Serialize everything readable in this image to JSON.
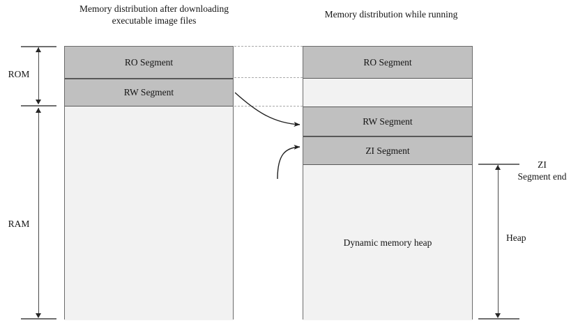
{
  "figure": {
    "type": "memory-layout-diagram",
    "background": "#ffffff",
    "colors": {
      "segment_fill": "#c0c0c0",
      "free_fill": "#f2f2f2",
      "box_border": "#6b6b6b",
      "dim_line": "#4a4a4a",
      "dotted_connector": "#a8a8a8"
    }
  },
  "titles": {
    "left": "Memory distribution after downloading executable image files",
    "right": "Memory distribution while running"
  },
  "left_column": {
    "name": "load-view",
    "segments": [
      {
        "id": "ro",
        "label": "RO Segment",
        "filled": true
      },
      {
        "id": "rw",
        "label": "RW Segment",
        "filled": true
      },
      {
        "id": "free",
        "label": "",
        "filled": false
      }
    ]
  },
  "right_column": {
    "name": "runtime-view",
    "segments": [
      {
        "id": "ro",
        "label": "RO Segment",
        "filled": true
      },
      {
        "id": "gap",
        "label": "",
        "filled": false
      },
      {
        "id": "rw",
        "label": "RW Segment",
        "filled": true
      },
      {
        "id": "zi",
        "label": "ZI Segment",
        "filled": true
      },
      {
        "id": "heap",
        "label": "Dynamic memory heap",
        "filled": false
      }
    ]
  },
  "left_dimensions": [
    {
      "id": "rom",
      "label": "ROM"
    },
    {
      "id": "ram",
      "label": "RAM"
    }
  ],
  "right_dimensions": [
    {
      "id": "zi-segment-end",
      "label": "ZI\nSegment end"
    },
    {
      "id": "heap",
      "label": "Heap"
    }
  ],
  "connectors": [
    {
      "id": "rw-relocation",
      "from": "left.rw-segment",
      "to": "right.rw-segment",
      "style": "curved-arrow"
    },
    {
      "id": "zi-creation",
      "from": "left.free-area",
      "to": "right.zi-segment",
      "style": "curved-arrow"
    }
  ],
  "alignment_guides": [
    {
      "id": "top-guide",
      "style": "dashed"
    },
    {
      "id": "ro-end-guide",
      "style": "dashed"
    },
    {
      "id": "rw-end-guide",
      "style": "dashed"
    }
  ]
}
